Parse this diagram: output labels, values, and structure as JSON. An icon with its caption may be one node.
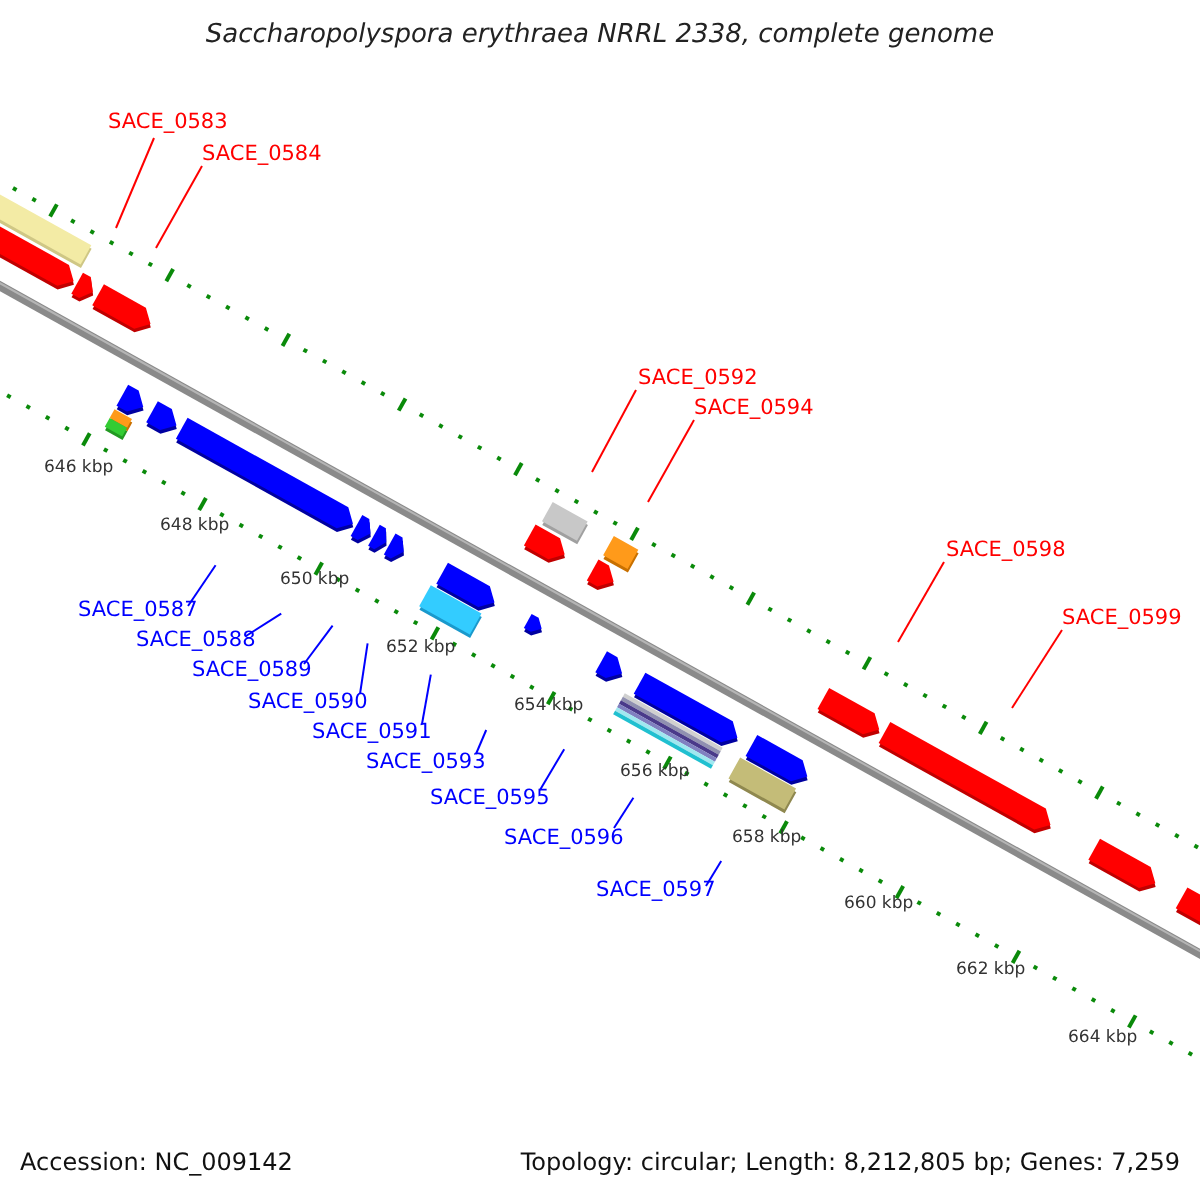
{
  "diagram": {
    "title": "Saccharopolyspora erythraea NRRL 2338, complete genome",
    "nodes": [
      {
        "text": [
          "SACE_0583"
        ]
      },
      {
        "text": [
          "SACE_0584"
        ]
      },
      {
        "text": [
          "SACE_0592"
        ]
      },
      {
        "text": [
          "SACE_0594"
        ]
      },
      {
        "text": [
          "SACE_0598"
        ]
      },
      {
        "text": [
          "SACE_0587"
        ]
      },
      {
        "text": [
          "SACE_0599"
        ]
      },
      {
        "text": [
          "SACE_0588"
        ]
      },
      {
        "text": [
          "SACE_0589"
        ]
      },
      {
        "text": [
          "SACE_0590"
        ]
      },
      {
        "text": [
          "SACE_0591"
        ]
      },
      {
        "text": [
          "SACE_0593"
        ]
      },
      {
        "text": [
          "SACE_0595"
        ]
      },
      {
        "text": [
          "SACE_0596"
        ]
      },
      {
        "text": [
          "SACE_0597"
        ]
      }
    ],
    "edges": [
      {
        "from": 0,
        "to": null,
        "arrow": "none",
        "color": "#ff0000"
      },
      {
        "from": 1,
        "to": null,
        "arrow": "none",
        "color": "#ff0000"
      },
      {
        "from": 2,
        "to": null,
        "arrow": "none",
        "color": "#ff0000"
      },
      {
        "from": 3,
        "to": null,
        "arrow": "none",
        "color": "#ff0000"
      },
      {
        "from": 4,
        "to": null,
        "arrow": "none",
        "color": "#ff0000"
      },
      {
        "from": 5,
        "to": null,
        "arrow": "none"
      },
      {
        "from": 6,
        "to": null,
        "arrow": "none",
        "color": "#ff0000"
      },
      {
        "from": 7,
        "to": null,
        "arrow": "none"
      },
      {
        "from": 8,
        "to": null,
        "arrow": "none"
      },
      {
        "from": 9,
        "to": null,
        "arrow": "none"
      },
      {
        "from": 10,
        "to": null,
        "arrow": "none"
      },
      {
        "from": 11,
        "to": null,
        "arrow": "none"
      },
      {
        "from": 12,
        "to": null,
        "arrow": "none"
      },
      {
        "from": 13,
        "to": null,
        "arrow": "none"
      },
      {
        "from": 14,
        "to": null,
        "arrow": "none"
      }
    ],
    "labels": [
      "646 kbp",
      "648 kbp",
      "650 kbp",
      "652 kbp",
      "654 kbp",
      "656 kbp",
      "658 kbp",
      "660 kbp",
      "662 kbp",
      "664 kbp",
      "Accession: NC_009142",
      "Topology: circular; Length: 8,212,805 bp; Genes: 7,259"
    ]
  }
}
